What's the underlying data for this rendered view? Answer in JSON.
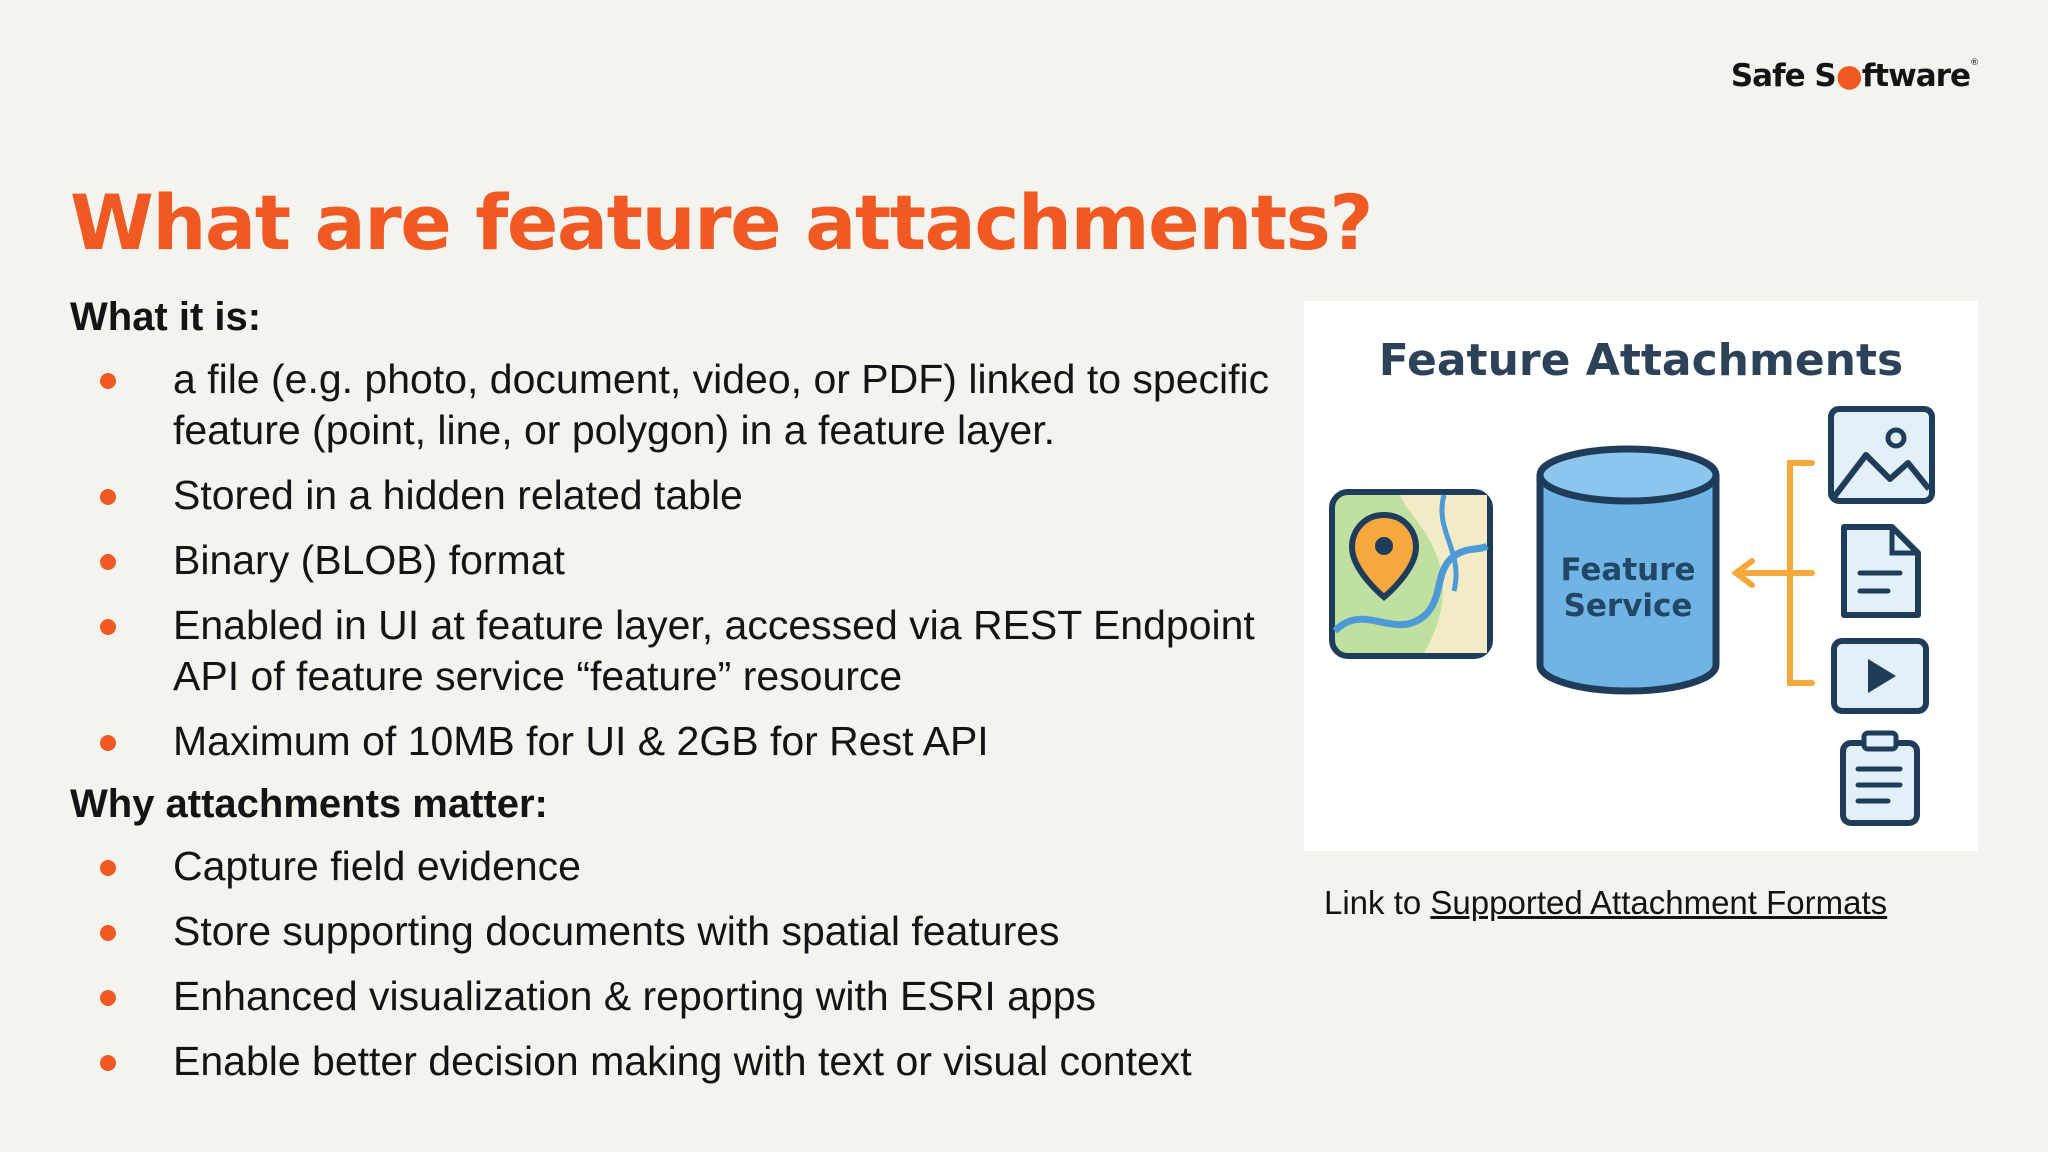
{
  "brand": {
    "logo_pre": "Safe S",
    "logo_dot": "●",
    "logo_post": "ftware",
    "logo_mark": "®",
    "accent": "#f05a22"
  },
  "slide": {
    "title": "What are feature attachments?",
    "section1_heading": "What it is:",
    "section1_items": [
      "a file (e.g. photo, document, video, or PDF)  linked to specific feature (point, line, or polygon) in a feature layer.",
      "Stored in a hidden related table",
      "Binary (BLOB) format",
      "Enabled in UI at feature layer, accessed via REST Endpoint API of feature service “feature” resource",
      "Maximum of 10MB for UI & 2GB for Rest API"
    ],
    "section2_heading": "Why attachments matter:",
    "section2_items": [
      "Capture field evidence",
      "Store supporting documents with spatial features",
      "Enhanced visualization & reporting with ESRI apps",
      "Enable better decision making with text or visual context"
    ]
  },
  "diagram": {
    "title": "Feature Attachments",
    "service_line1": "Feature",
    "service_line2": "Service",
    "icons": [
      "map-pin-icon",
      "database-icon",
      "image-icon",
      "document-icon",
      "video-icon",
      "clipboard-icon"
    ]
  },
  "link": {
    "prefix": "Link to ",
    "text": "Supported Attachment Formats"
  }
}
